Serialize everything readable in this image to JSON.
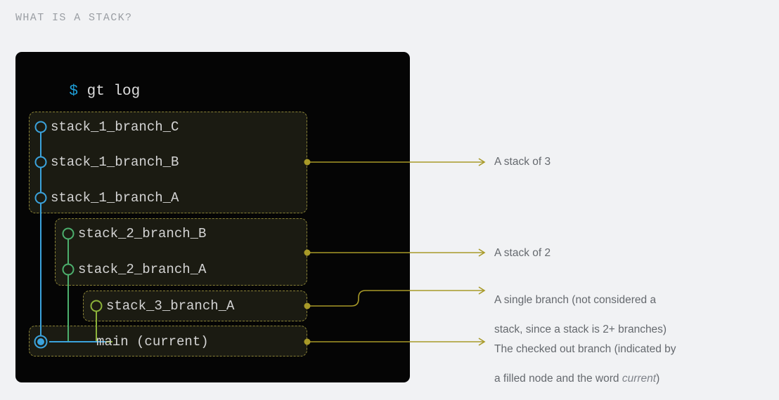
{
  "page": {
    "title": "WHAT IS A STACK?",
    "background": "#f1f2f4"
  },
  "terminal": {
    "prompt_sigil": "$",
    "command": "gt log",
    "background": "#050505",
    "prompt_color": "#1e9fd8",
    "text_color": "#dcdcdc"
  },
  "colors": {
    "stack_box_fill": "#1b1b12",
    "stack_box_border": "#8a8236",
    "connector": "#a89a28",
    "node_blue": "#3ba3dd",
    "node_green": "#4caf6d",
    "node_yellow_green": "#8cb33a",
    "annotation_text": "#65696e",
    "title_text": "#9a9ea3"
  },
  "graph": {
    "stacks": [
      {
        "id": "stack-1",
        "node_color": "#3ba3dd",
        "branches": [
          {
            "name": "stack_1_branch_C",
            "node": "open"
          },
          {
            "name": "stack_1_branch_B",
            "node": "open"
          },
          {
            "name": "stack_1_branch_A",
            "node": "open"
          }
        ]
      },
      {
        "id": "stack-2",
        "node_color": "#4caf6d",
        "branches": [
          {
            "name": "stack_2_branch_B",
            "node": "open"
          },
          {
            "name": "stack_2_branch_A",
            "node": "open"
          }
        ]
      },
      {
        "id": "stack-3",
        "node_color": "#8cb33a",
        "branches": [
          {
            "name": "stack_3_branch_A",
            "node": "open"
          }
        ]
      },
      {
        "id": "main",
        "node_color": "#3ba3dd",
        "branches": [
          {
            "name": "main (current)",
            "node": "filled"
          }
        ]
      }
    ]
  },
  "annotations": {
    "stack1": "A stack of 3",
    "stack2": "A stack of 2",
    "stack3_line1": "A single branch (not considered a",
    "stack3_line2": "stack, since a stack is 2+ branches)",
    "main_line1": "The checked out branch (indicated by",
    "main_line2_pre": "a filled node and the word ",
    "main_line2_em": "current",
    "main_line2_post": ")"
  }
}
